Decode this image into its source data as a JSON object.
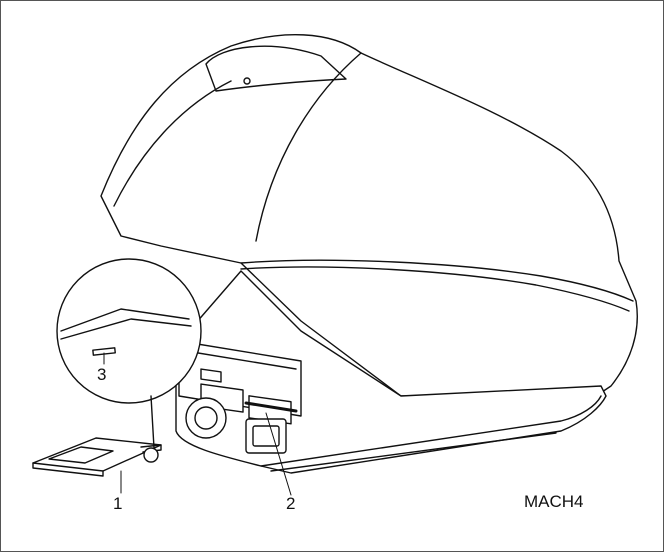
{
  "callouts": {
    "card": "1",
    "slot": "2",
    "detail_mark": "3"
  },
  "model_label": "MACH4",
  "colors": {
    "line": "#111111",
    "fill": "#ffffff",
    "frame": "#555555"
  }
}
